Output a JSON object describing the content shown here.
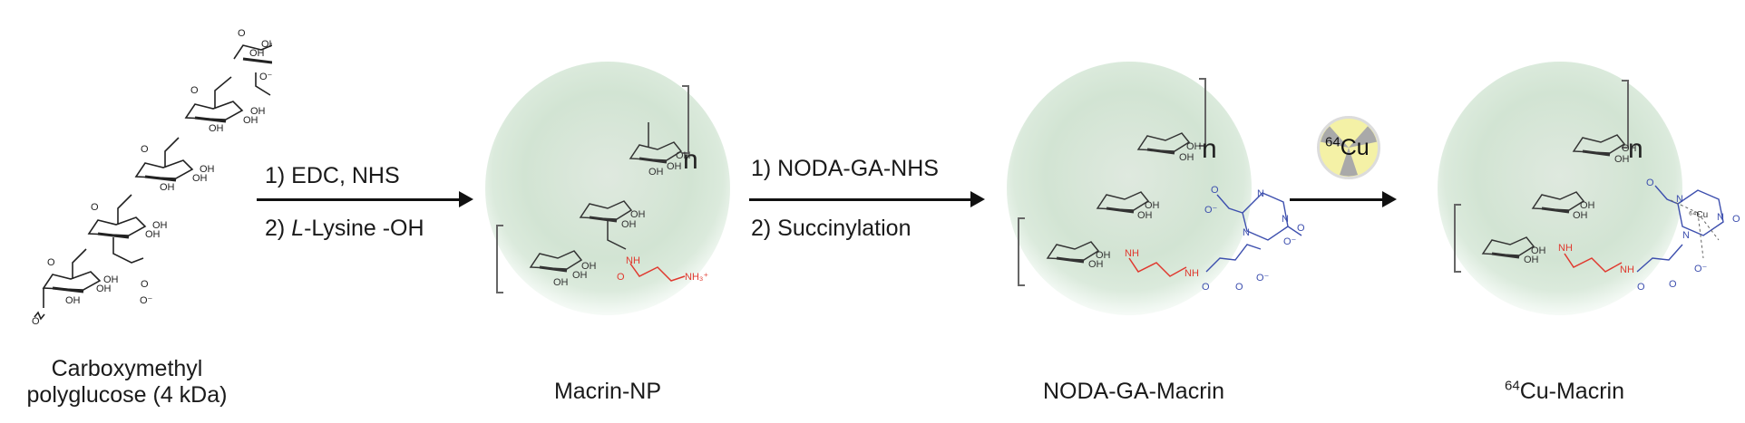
{
  "scheme": {
    "compounds": [
      {
        "id": "carboxymethyl-polyglucose",
        "label_line1": "Carboxymethyl",
        "label_line2": "polyglucose (4 kDa)"
      },
      {
        "id": "macrin-np",
        "label": "Macrin-NP"
      },
      {
        "id": "noda-ga-macrin",
        "label": "NODA-GA-Macrin"
      },
      {
        "id": "cu64-macrin",
        "label_sup": "64",
        "label_rest": "Cu-Macrin"
      }
    ],
    "steps": [
      {
        "step1": "1) EDC, NHS",
        "step2_prefix": "2) ",
        "step2_italic": "L",
        "step2_rest": "-Lysine -OH"
      },
      {
        "step1": "1) NODA-GA-NHS",
        "step2": "2) Succinylation"
      },
      {
        "reagent_sup": "64",
        "reagent": "Cu"
      }
    ],
    "repeat_unit": "n",
    "atoms": {
      "oh": "OH",
      "o": "O",
      "o_minus": "O-",
      "nh": "NH",
      "nh3": "NH3+",
      "n": "N",
      "cu": "64Cu"
    },
    "colors": {
      "lysine": "#e0392f",
      "chelator": "#3d4fae",
      "nanoparticle": "#cfe3d0",
      "radioactive_badge": "#f4f1a6",
      "radioactive_trefoil": "#a9a9a9",
      "arrow": "#111111"
    }
  }
}
